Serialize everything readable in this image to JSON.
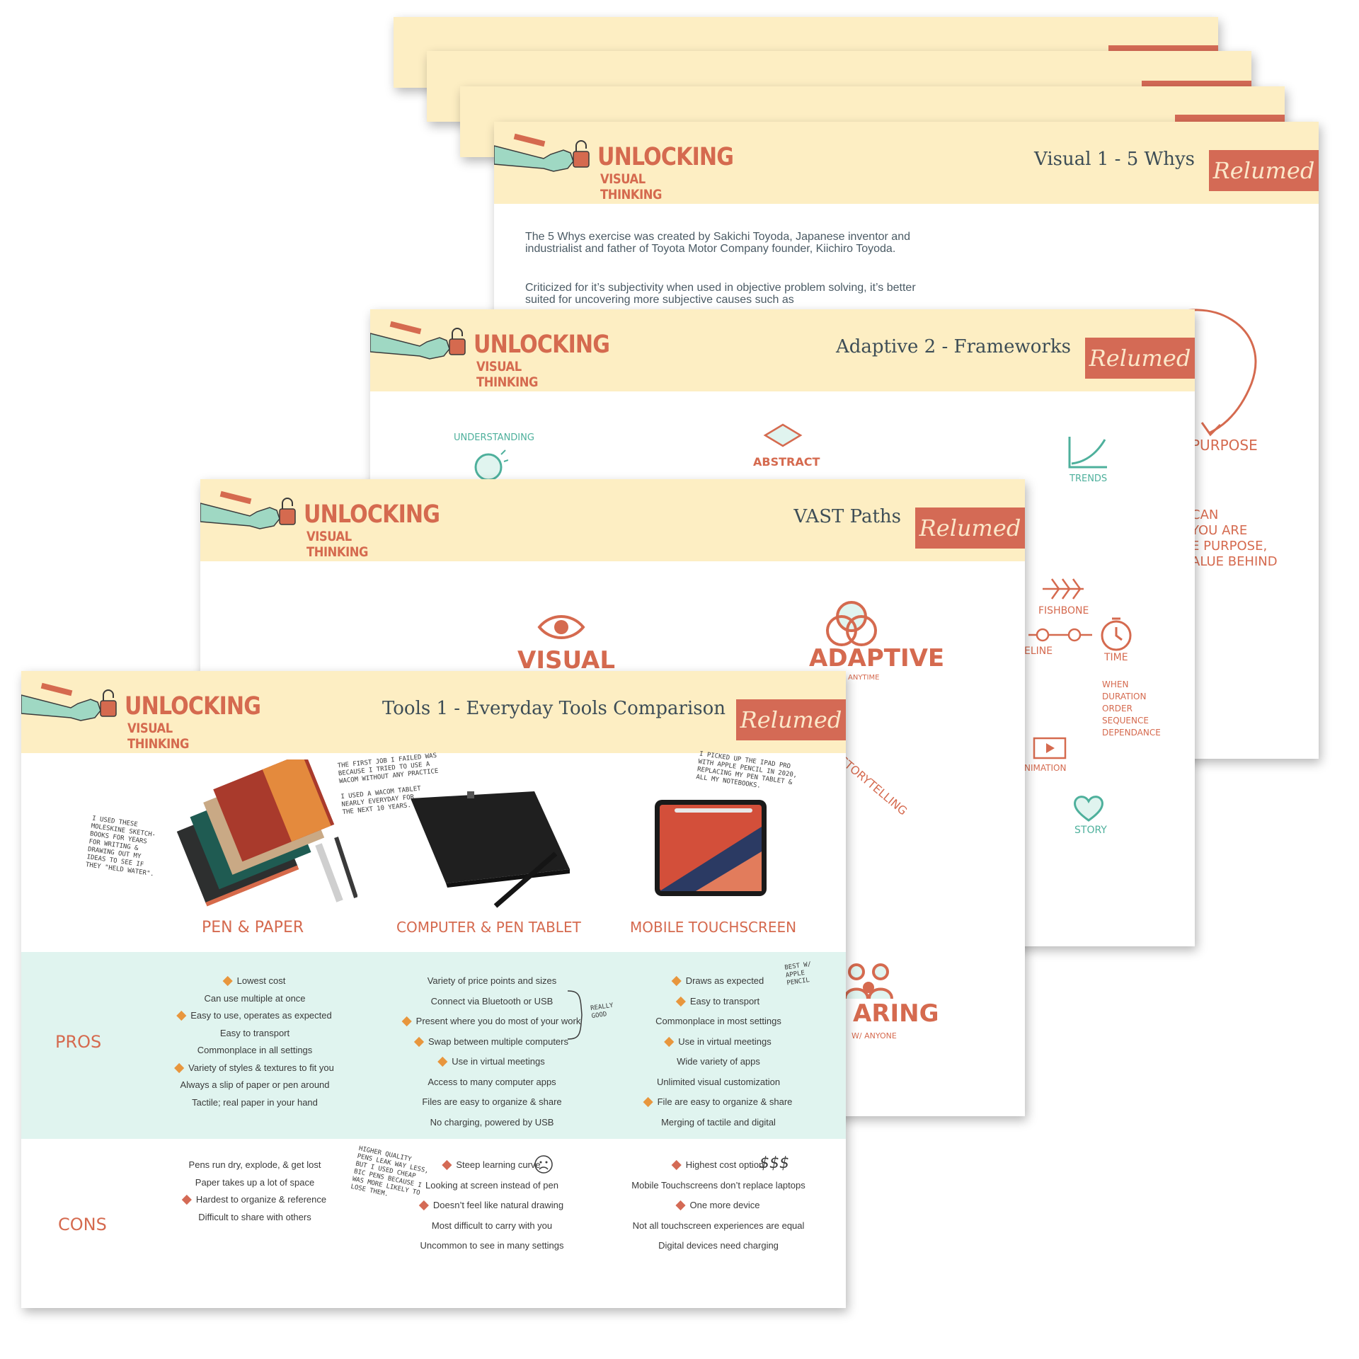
{
  "brand": {
    "logo_line1": "UNLOCKING",
    "logo_line2": "VISUAL THINKING",
    "badge_label": "Relumed",
    "colors": {
      "header_bg": "#fdeec3",
      "accent": "#d46a55",
      "teal_band": "#e0f4ef",
      "teal_ink": "#4eb09c"
    }
  },
  "slide_whys": {
    "title": "Visual 1 - 5 Whys",
    "para1": "The 5 Whys exercise was created by Sakichi Toyoda, Japanese inventor and industrialist and father of Toyota Motor Company founder, Kiichiro Toyoda.",
    "para2": "Criticized for it’s subjectivity when used in objective problem solving, it’s better suited for uncovering more subjective causes such as",
    "sketch_purpose": "PURPOSE",
    "sketch_note": "CAN\nYOU ARE\nE PURPOSE,\nALUE BEHIND"
  },
  "slide_frameworks": {
    "title": "Adaptive 2 - Frameworks",
    "labels": {
      "understanding": "UNDERSTANDING",
      "abstract": "ABSTRACT",
      "trends": "TRENDS",
      "fishbone": "FISHBONE",
      "timeline": "ELINE",
      "time": "TIME",
      "time_list": "WHEN\nDURATION\nORDER\nSEQUENCE\nDEPENDANCE",
      "animation": "NIMATION",
      "story": "STORY"
    }
  },
  "slide_vast": {
    "title": "VAST Paths",
    "labels": {
      "visual": "VISUAL",
      "adaptive": "ADAPTIVE",
      "anytime": "ANYTIME",
      "storytelling": "STORYTELLING",
      "sharing": "ARING",
      "sharing_sub": "W/ ANYONE"
    }
  },
  "slide_tools": {
    "title": "Tools 1 - Everyday Tools Comparison",
    "columns": [
      {
        "name": "PEN & PAPER"
      },
      {
        "name": "COMPUTER & PEN TABLET"
      },
      {
        "name": "MOBILE TOUCHSCREEN"
      }
    ],
    "pros_label": "PROS",
    "cons_label": "CONS",
    "pros": [
      [
        {
          "text": "Lowest cost",
          "dot": "orange"
        },
        {
          "text": "Can use multiple at once",
          "dot": ""
        },
        {
          "text": "Easy to use, operates as expected",
          "dot": "orange"
        },
        {
          "text": "Easy to transport",
          "dot": ""
        },
        {
          "text": "Commonplace in all settings",
          "dot": ""
        },
        {
          "text": "Variety of styles & textures to fit you",
          "dot": "orange"
        },
        {
          "text": "Always a slip of paper or pen around",
          "dot": ""
        },
        {
          "text": "Tactile; real paper in your hand",
          "dot": ""
        }
      ],
      [
        {
          "text": "Variety of price points and sizes",
          "dot": ""
        },
        {
          "text": "Connect via Bluetooth or USB",
          "dot": ""
        },
        {
          "text": "Present where you do most of your work",
          "dot": "orange"
        },
        {
          "text": "Swap between multiple computers",
          "dot": "orange"
        },
        {
          "text": "Use in virtual meetings",
          "dot": "orange"
        },
        {
          "text": "Access to many computer apps",
          "dot": ""
        },
        {
          "text": "Files are easy to organize & share",
          "dot": ""
        },
        {
          "text": "No charging, powered by USB",
          "dot": ""
        }
      ],
      [
        {
          "text": "Draws as expected",
          "dot": "orange"
        },
        {
          "text": "Easy to transport",
          "dot": "orange"
        },
        {
          "text": "Commonplace in most settings",
          "dot": ""
        },
        {
          "text": "Use in virtual meetings",
          "dot": "orange"
        },
        {
          "text": "Wide variety of apps",
          "dot": ""
        },
        {
          "text": "Unlimited visual customization",
          "dot": ""
        },
        {
          "text": "File are easy to organize & share",
          "dot": "orange"
        },
        {
          "text": "Merging of tactile and digital",
          "dot": ""
        }
      ]
    ],
    "cons": [
      [
        {
          "text": "Pens run dry, explode, & get lost",
          "dot": ""
        },
        {
          "text": "Paper takes up a lot of space",
          "dot": ""
        },
        {
          "text": "Hardest to organize & reference",
          "dot": "red"
        },
        {
          "text": "Difficult to share with others",
          "dot": ""
        }
      ],
      [
        {
          "text": "Steep learning curve",
          "dot": "red"
        },
        {
          "text": "Looking at screen instead of pen",
          "dot": ""
        },
        {
          "text": "Doesn’t feel like natural drawing",
          "dot": "red"
        },
        {
          "text": "Most difficult to carry with you",
          "dot": ""
        },
        {
          "text": "Uncommon to see in many settings",
          "dot": ""
        }
      ],
      [
        {
          "text": "Highest cost option",
          "dot": "red"
        },
        {
          "text": "Mobile Touchscreens don’t replace laptops",
          "dot": ""
        },
        {
          "text": "One more device",
          "dot": "red"
        },
        {
          "text": "Not all touchscreen experiences are equal",
          "dot": ""
        },
        {
          "text": "Digital devices need charging",
          "dot": ""
        }
      ]
    ],
    "notes": {
      "moleskine": "I USED THESE\nMOLESKINE SKETCH-\nBOOKS FOR YEARS\nFOR WRITING &\nDRAWING OUT MY\nIDEAS TO SEE IF\nTHEY \"HELD WATER\".",
      "wacom": "THE FIRST JOB I FAILED WAS\nBECAUSE I TRIED TO USE A\nWACOM WITHOUT ANY PRACTICE\n\nI USED A WACOM TABLET\nNEARLY EVERYDAY FOR\nTHE NEXT 10 YEARS.",
      "ipad": "I PICKED UP THE IPAD PRO\nWITH APPLE PENCIL IN 2020,\nREPLACING MY PEN TABLET &\nALL MY NOTEBOOKS.",
      "apple_pencil": "BEST W/\nAPPLE\nPENCIL",
      "really_good": "REALLY\nGOOD",
      "pens_quality": "HIGHER QUALITY\nPENS LEAK WAY LESS,\nBUT I USED CHEAP\nBIC PENS BECAUSE I\nWAS MORE LIKELY TO\nLOSE THEM.",
      "cost": "$$$"
    }
  }
}
